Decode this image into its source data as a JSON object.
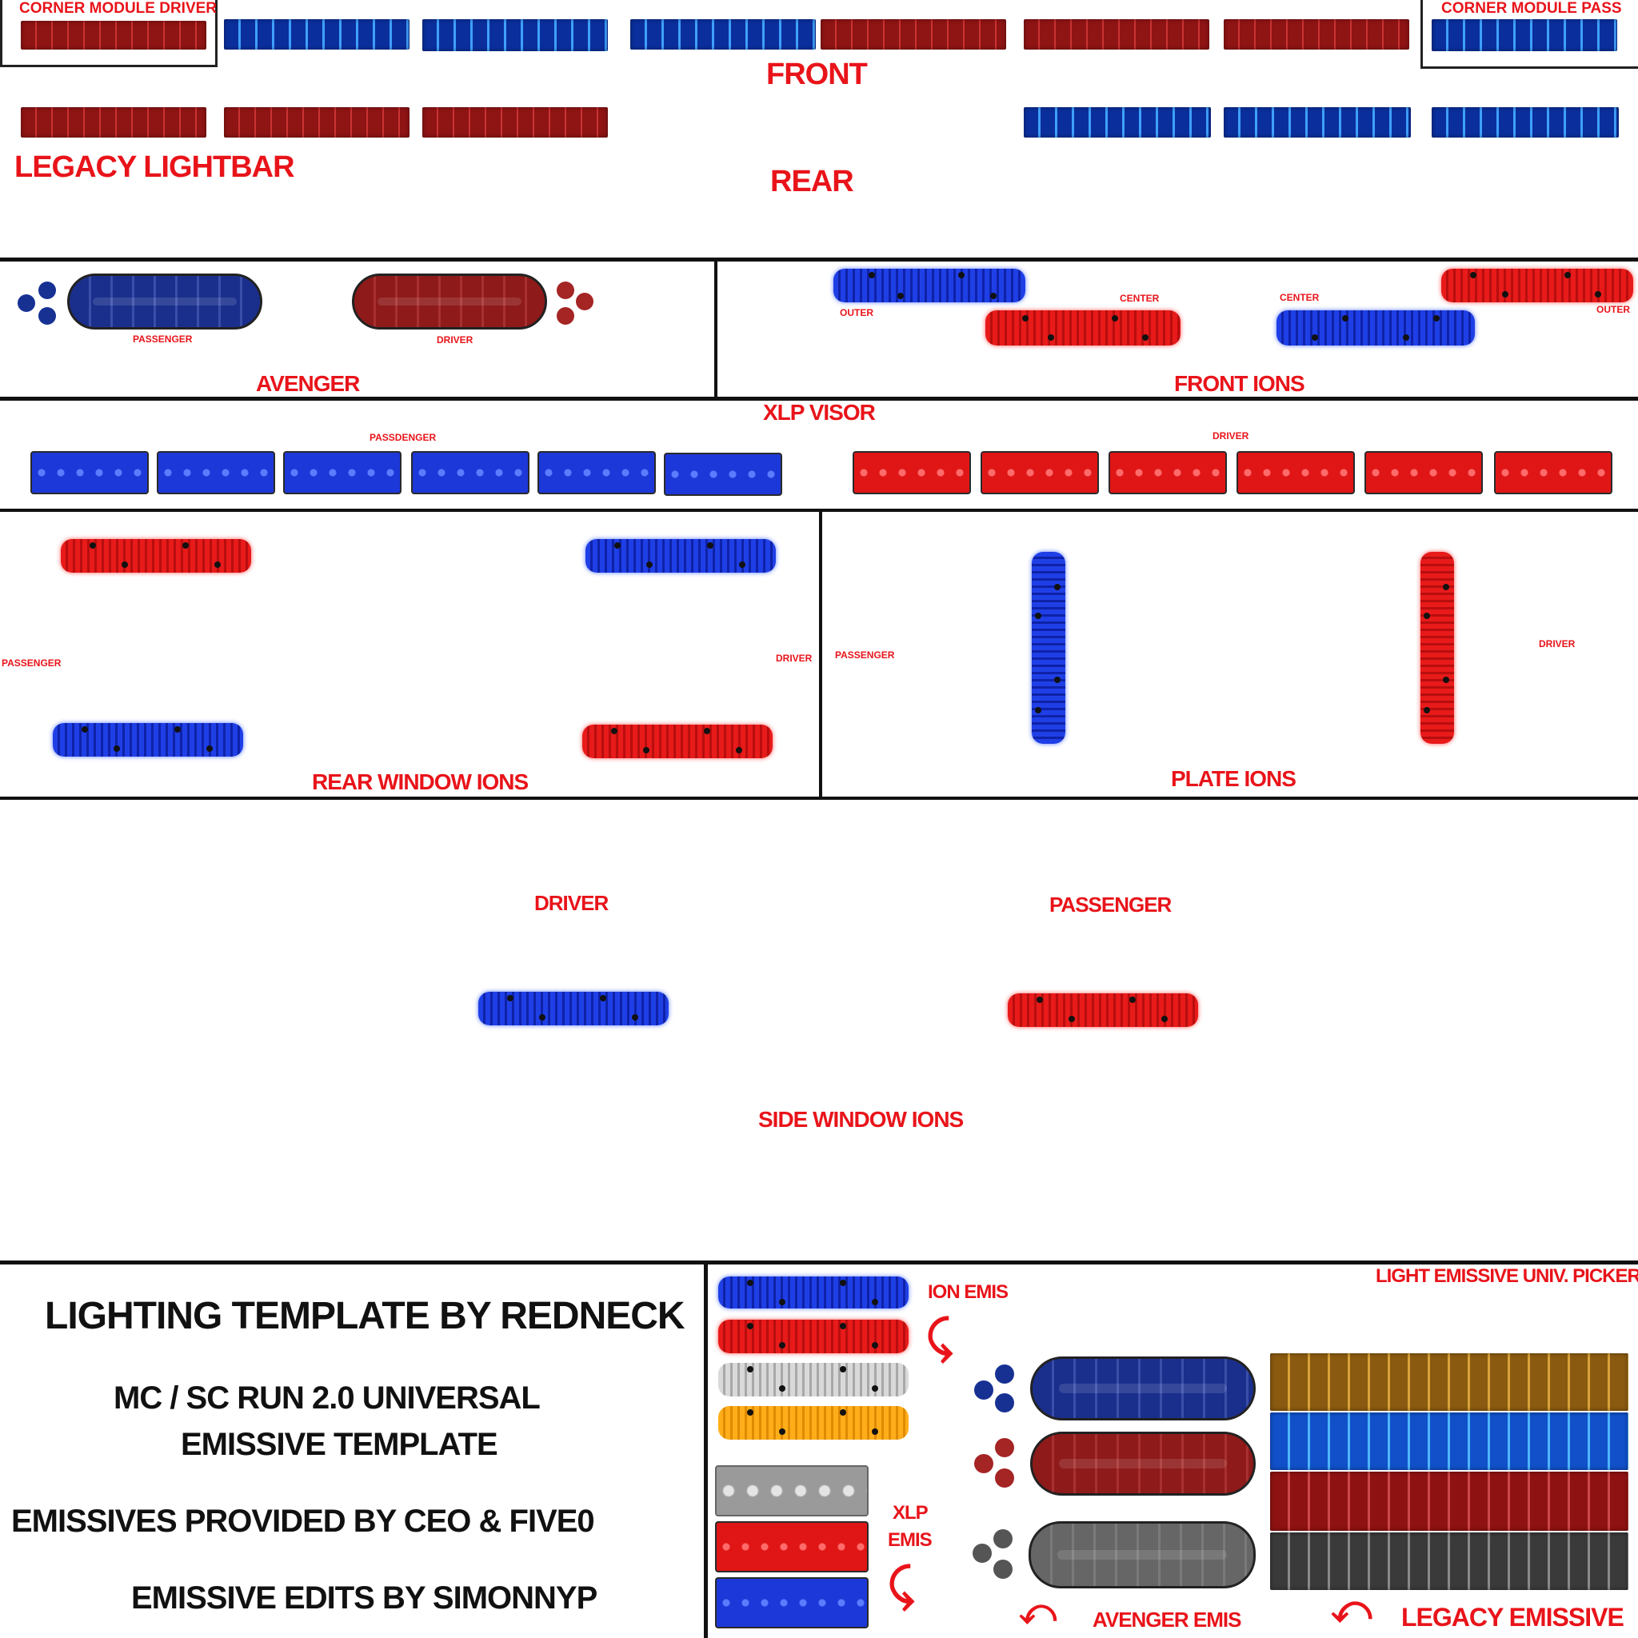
{
  "top": {
    "corner_driver": "CORNER MODULE DRIVER",
    "corner_pass": "CORNER MODULE PASS",
    "front": "FRONT",
    "rear": "REAR",
    "legacy_lightbar": "LEGACY LIGHTBAR"
  },
  "avenger": {
    "title": "AVENGER",
    "passenger": "PASSENGER",
    "driver": "DRIVER"
  },
  "front_ions": {
    "title": "FRONT IONS",
    "outer_left": "OUTER",
    "center_left": "CENTER",
    "center_right": "CENTER",
    "outer_right": "OUTER"
  },
  "xlp_visor": {
    "title": "XLP VISOR",
    "passenger": "PASSDENGER",
    "driver": "DRIVER"
  },
  "rear_window_ions": {
    "title": "REAR WINDOW IONS",
    "passenger": "PASSENGER",
    "driver": "DRIVER"
  },
  "plate_ions": {
    "title": "PLATE IONS",
    "passenger": "PASSENGER",
    "driver": "DRIVER"
  },
  "side_window_ions": {
    "title": "SIDE WINDOW IONS",
    "driver": "DRIVER",
    "passenger": "PASSENGER"
  },
  "credits": {
    "line1": "LIGHTING TEMPLATE BY REDNECK",
    "line2": "MC / SC RUN 2.0 UNIVERSAL",
    "line3": "EMISSIVE TEMPLATE",
    "line4": "EMISSIVES PROVIDED BY CEO & FIVE0",
    "line5": "EMISSIVE EDITS BY SIMONNYP"
  },
  "picker": {
    "title": "LIGHT EMISSIVE UNIV. PICKER",
    "ion_emis": "ION EMIS",
    "xlp_emis_1": "XLP",
    "xlp_emis_2": "EMIS",
    "avenger_emis": "AVENGER EMIS",
    "legacy_emissive": "LEGACY EMISSIVE"
  },
  "colors": {
    "label_red": "#e8141a",
    "light_red": "#e01616",
    "light_blue": "#1d38d8",
    "amber": "#ffae1a"
  },
  "icons": {
    "ion_emis_arrow": "curved-arrow-down-icon",
    "xlp_emis_arrow": "curved-arrow-down-icon",
    "avenger_emis_arrow": "curved-arrow-left-icon",
    "legacy_emissive_arrow": "curved-arrow-left-icon"
  }
}
